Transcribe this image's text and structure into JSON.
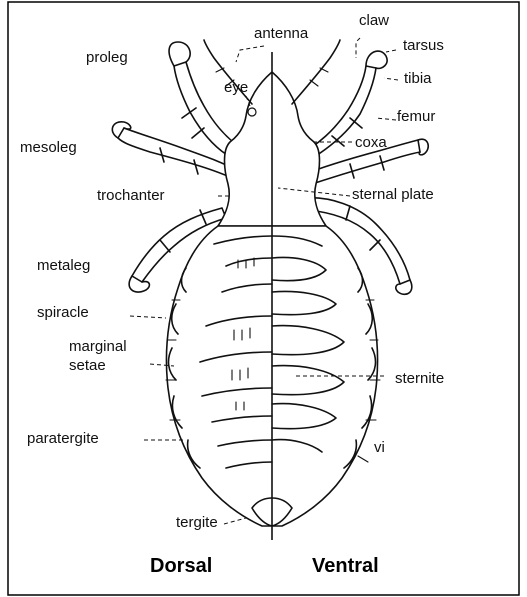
{
  "labels": {
    "antenna": "antenna",
    "claw": "claw",
    "tarsus": "tarsus",
    "proleg": "proleg",
    "tibia": "tibia",
    "eye": "eye",
    "femur": "femur",
    "coxa": "coxa",
    "mesoleg": "mesoleg",
    "trochanter": "trochanter",
    "sternal_plate": "sternal plate",
    "metaleg": "metaleg",
    "spiracle": "spiracle",
    "marginal_setae_line1": "marginal",
    "marginal_setae_line2": "setae",
    "sternite": "sternite",
    "paratergite": "paratergite",
    "vi": "vi",
    "tergite": "tergite"
  },
  "views": {
    "dorsal": "Dorsal",
    "ventral": "Ventral"
  }
}
